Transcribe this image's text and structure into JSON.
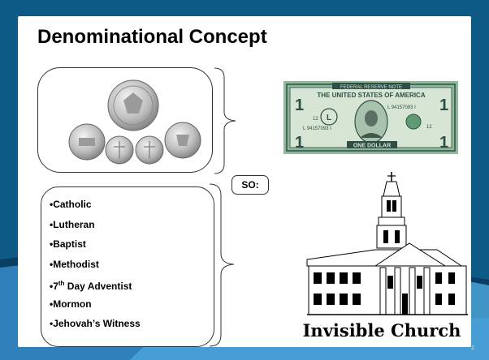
{
  "slide": {
    "title": "Denominational Concept",
    "so_label": "SO:",
    "denominations": [
      {
        "bullet": "•",
        "text": "Catholic"
      },
      {
        "bullet": "•",
        "text": "Lutheran"
      },
      {
        "bullet": "•",
        "text": "Baptist"
      },
      {
        "bullet": "•",
        "text": "Methodist"
      },
      {
        "bullet": "•",
        "text": "7",
        "sup": "th",
        "rest": " Day Adventist"
      },
      {
        "bullet": "•",
        "text": "Mormon"
      },
      {
        "bullet": "•",
        "text": "Jehovah’s Witness"
      }
    ],
    "church_caption": "Invisible Church",
    "page_number": "2",
    "dollar": {
      "top_banner": "FEDERAL RESERVE NOTE",
      "header": "THE UNITED STATES OF AMERICA",
      "serial": "L 94157093 I",
      "denomination": "1",
      "bottom_banner": "ONE DOLLAR",
      "series_number": "12",
      "letter": "L"
    }
  },
  "colors": {
    "slide_bg": "#0d5a86",
    "swoosh_light": "#4aa3d8",
    "swoosh_dark": "#0a3e62",
    "dollar_green": "#8fb89a",
    "dollar_ink": "#2f4f46"
  },
  "icons": {
    "coins": "coins-image",
    "dollar": "dollar-bill-image",
    "church": "church-image"
  }
}
